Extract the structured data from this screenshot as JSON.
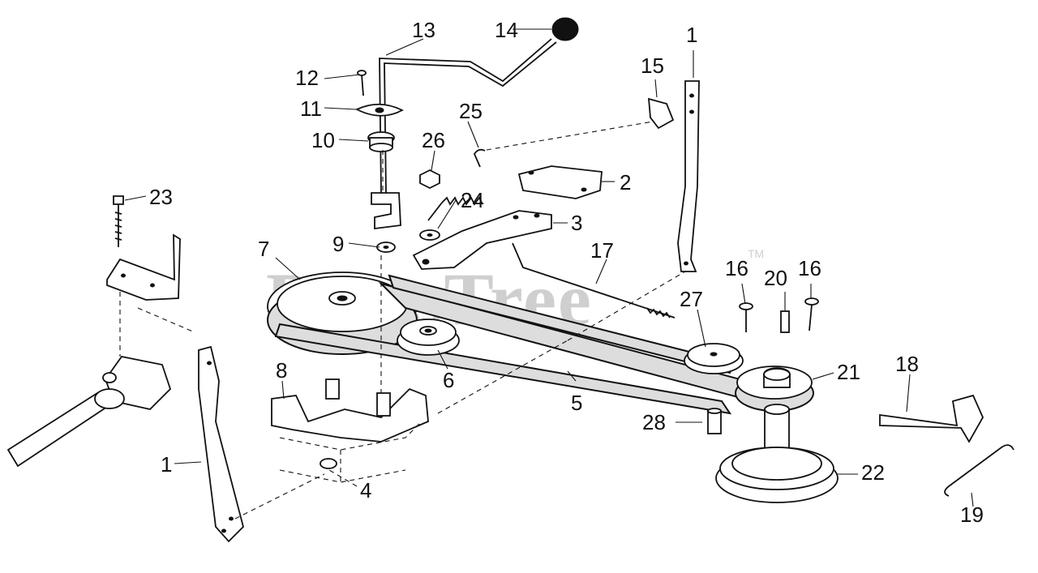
{
  "watermark": "PartsTree",
  "trademark": "TM",
  "callouts": [
    {
      "id": "c1a",
      "label": "1"
    },
    {
      "id": "c1b",
      "label": "1"
    },
    {
      "id": "c2",
      "label": "2"
    },
    {
      "id": "c3",
      "label": "3"
    },
    {
      "id": "c4",
      "label": "4"
    },
    {
      "id": "c5",
      "label": "5"
    },
    {
      "id": "c6",
      "label": "6"
    },
    {
      "id": "c7",
      "label": "7"
    },
    {
      "id": "c8",
      "label": "8"
    },
    {
      "id": "c9",
      "label": "9"
    },
    {
      "id": "c10",
      "label": "10"
    },
    {
      "id": "c11",
      "label": "11"
    },
    {
      "id": "c12",
      "label": "12"
    },
    {
      "id": "c13",
      "label": "13"
    },
    {
      "id": "c14",
      "label": "14"
    },
    {
      "id": "c15",
      "label": "15"
    },
    {
      "id": "c16a",
      "label": "16"
    },
    {
      "id": "c16b",
      "label": "16"
    },
    {
      "id": "c17",
      "label": "17"
    },
    {
      "id": "c18",
      "label": "18"
    },
    {
      "id": "c19",
      "label": "19"
    },
    {
      "id": "c20",
      "label": "20"
    },
    {
      "id": "c21",
      "label": "21"
    },
    {
      "id": "c22",
      "label": "22"
    },
    {
      "id": "c23",
      "label": "23"
    },
    {
      "id": "c24",
      "label": "24"
    },
    {
      "id": "c25",
      "label": "25"
    },
    {
      "id": "c26",
      "label": "26"
    },
    {
      "id": "c27",
      "label": "27"
    },
    {
      "id": "c28",
      "label": "28"
    }
  ]
}
